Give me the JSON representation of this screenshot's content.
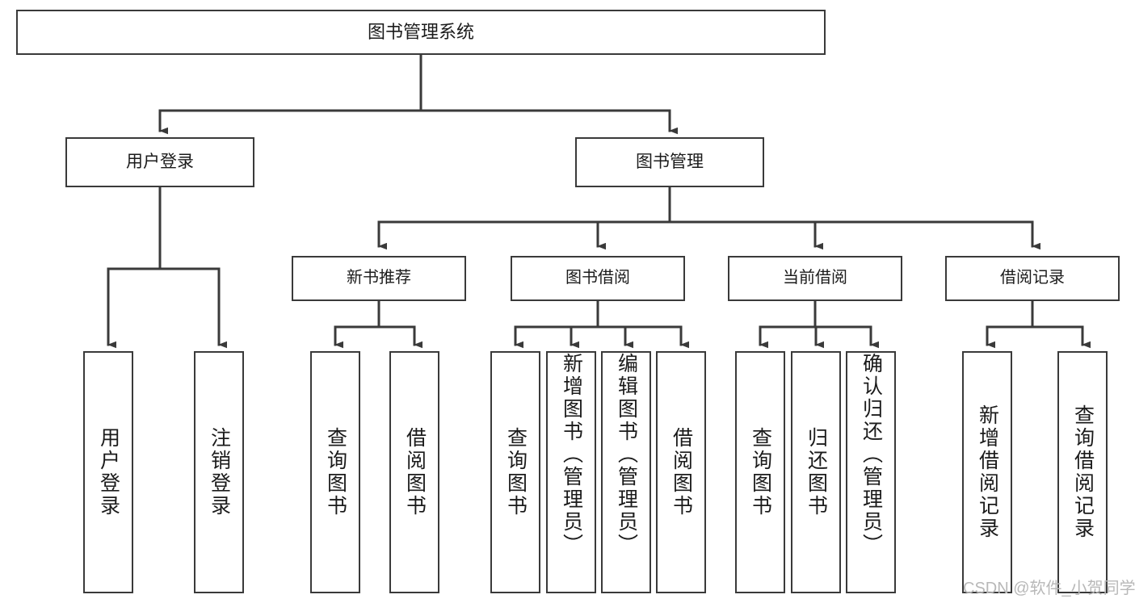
{
  "diagram": {
    "title": "图书管理系统",
    "type": "tree-hierarchy-diagram",
    "watermark": "CSDN @软件_小贺同学",
    "colors": {
      "box_border": "#3a3a3a",
      "connector": "#3a3a3a",
      "text": "#1b1b1b",
      "background": "#ffffff",
      "watermark": "#b8b8b8"
    },
    "root": {
      "label": "图书管理系统"
    },
    "level2": [
      {
        "label": "用户登录"
      },
      {
        "label": "图书管理"
      }
    ],
    "level3": [
      {
        "label": "新书推荐"
      },
      {
        "label": "图书借阅"
      },
      {
        "label": "当前借阅"
      },
      {
        "label": "借阅记录"
      }
    ],
    "leaves": {
      "user_login": [
        {
          "label": "用户登录"
        },
        {
          "label": "注销登录"
        }
      ],
      "new_book_recommend": [
        {
          "label": "查询图书"
        },
        {
          "label": "借阅图书"
        }
      ],
      "book_borrow": [
        {
          "label": "查询图书"
        },
        {
          "label": "新增图书（管理员）"
        },
        {
          "label": "编辑图书（管理员）"
        },
        {
          "label": "借阅图书"
        }
      ],
      "current_borrow": [
        {
          "label": "查询图书"
        },
        {
          "label": "归还图书"
        },
        {
          "label": "确认归还（管理员）"
        }
      ],
      "borrow_record": [
        {
          "label": "新增借阅记录"
        },
        {
          "label": "查询借阅记录"
        }
      ]
    }
  }
}
